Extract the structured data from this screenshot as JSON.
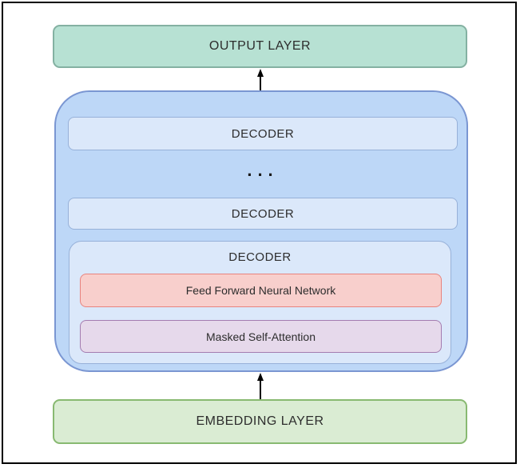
{
  "diagram": {
    "output_layer": "OUTPUT LAYER",
    "embedding_layer": "EMBEDDING LAYER",
    "stack": {
      "decoder_top": "DECODER",
      "ellipsis": "...",
      "decoder_middle": "DECODER",
      "decoder_expanded": {
        "label": "DECODER",
        "feed_forward": "Feed Forward Neural Network",
        "masked_attention": "Masked Self-Attention"
      }
    },
    "colors": {
      "output_layer_fill": "#b7e1d3",
      "output_layer_border": "#84b1a2",
      "decoder_group_fill": "#bdd7f7",
      "decoder_group_border": "#7a96d2",
      "decoder_fill": "#dbe8fa",
      "decoder_border": "#97b1d9",
      "feed_forward_fill": "#f8cfcc",
      "feed_forward_border": "#e8837e",
      "masked_attention_fill": "#e6d9eb",
      "masked_attention_border": "#a47cb0",
      "embedding_fill": "#daecd3",
      "embedding_border": "#88b971",
      "arrow": "#000000",
      "frame_border": "#000000",
      "background": "#ffffff"
    }
  }
}
